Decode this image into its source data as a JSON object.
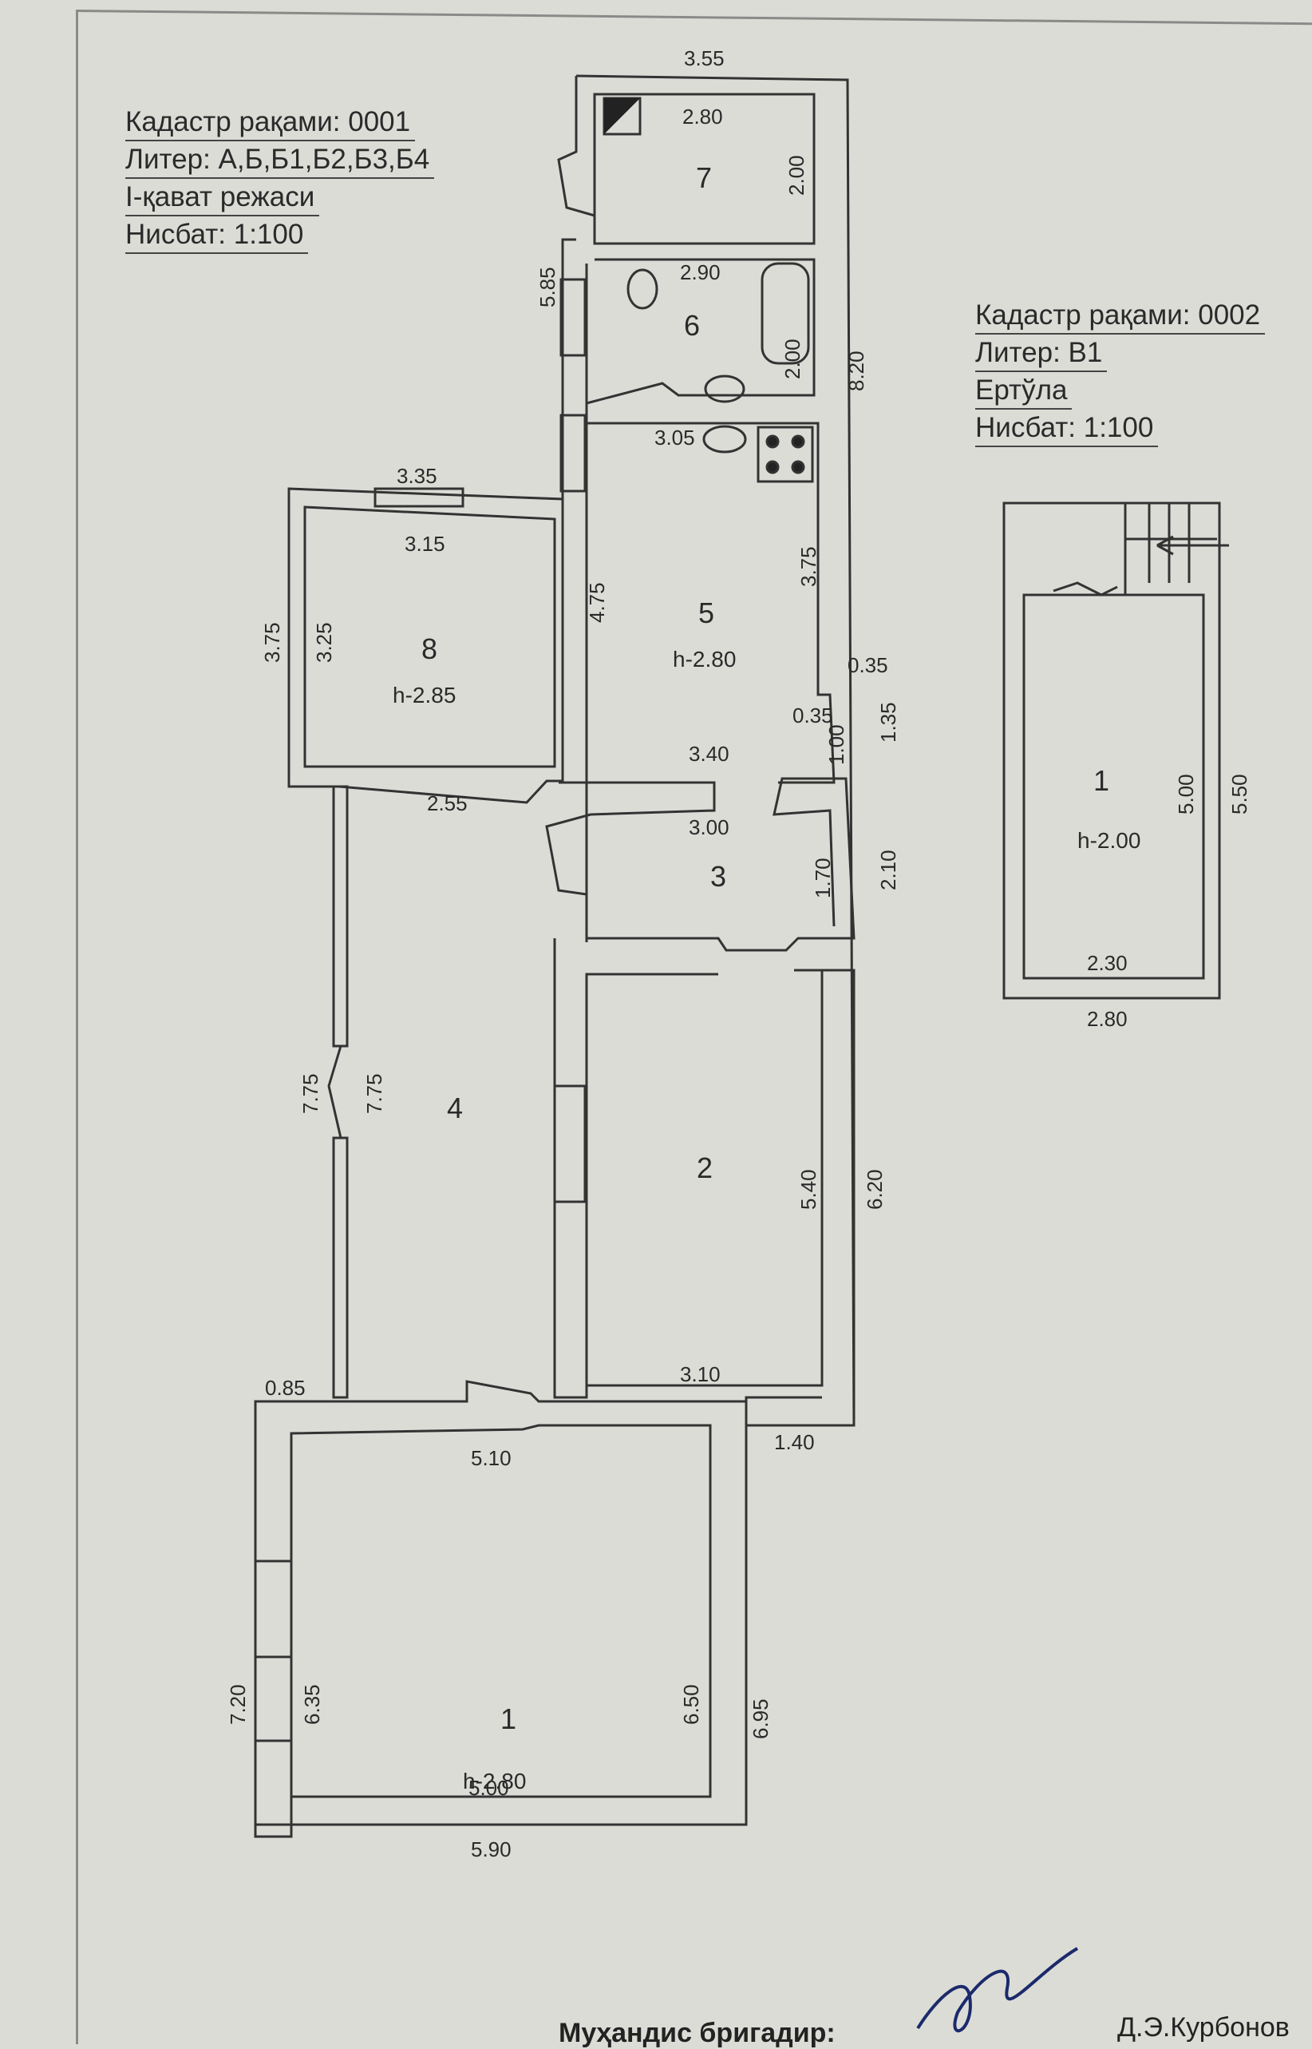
{
  "sheet1": {
    "cadastre": "Кадастр рақами: 0001",
    "liter": "Литер: А,Б,Б1,Б2,Б3,Б4",
    "floor": "I-қават режаси",
    "scale": "Нисбат: 1:100"
  },
  "sheet2": {
    "cadastre": "Кадастр рақами: 0002",
    "liter": "Литер: В1",
    "floor": "Ертўла",
    "scale": "Нисбат: 1:100"
  },
  "rooms": {
    "r1": {
      "number": "1",
      "height": "h-2.80"
    },
    "r2": {
      "number": "2"
    },
    "r3": {
      "number": "3"
    },
    "r4": {
      "number": "4"
    },
    "r5": {
      "number": "5",
      "height": "h-2.80"
    },
    "r6": {
      "number": "6"
    },
    "r7": {
      "number": "7"
    },
    "r8": {
      "number": "8",
      "height": "h-2.85"
    },
    "b1": {
      "number": "1",
      "height": "h-2.00"
    }
  },
  "dimensions": {
    "top_355": "3.55",
    "r7_280": "2.80",
    "r7_200": "2.00",
    "r6_290": "2.90",
    "r6_200": "2.00",
    "d_585": "5.85",
    "d_820": "8.20",
    "r5_305": "3.05",
    "r5_375": "3.75",
    "r5_475": "4.75",
    "d_035a": "0.35",
    "d_035b": "0.35",
    "d_100": "1.00",
    "d_135": "1.35",
    "r8_335": "3.35",
    "r8_315": "3.15",
    "r8_375": "3.75",
    "r8_325": "3.25",
    "r8_255": "2.55",
    "r5_340": "3.40",
    "r3_300": "3.00",
    "r3_170": "1.70",
    "d_210": "2.10",
    "r4_775a": "7.75",
    "r4_775b": "7.75",
    "r2_540": "5.40",
    "d_620": "6.20",
    "r2_310": "3.10",
    "d_085": "0.85",
    "d_140": "1.40",
    "r1_510": "5.10",
    "r1_720": "7.20",
    "r1_635": "6.35",
    "r1_650": "6.50",
    "r1_695": "6.95",
    "r1_500": "5.00",
    "r1_590": "5.90",
    "b_500": "5.00",
    "b_550": "5.50",
    "b_230": "2.30",
    "b_280": "2.80"
  },
  "footer": {
    "signer_label": "Муҳандис бригадир:",
    "signer_name": "Д.Э.Курбонов"
  }
}
